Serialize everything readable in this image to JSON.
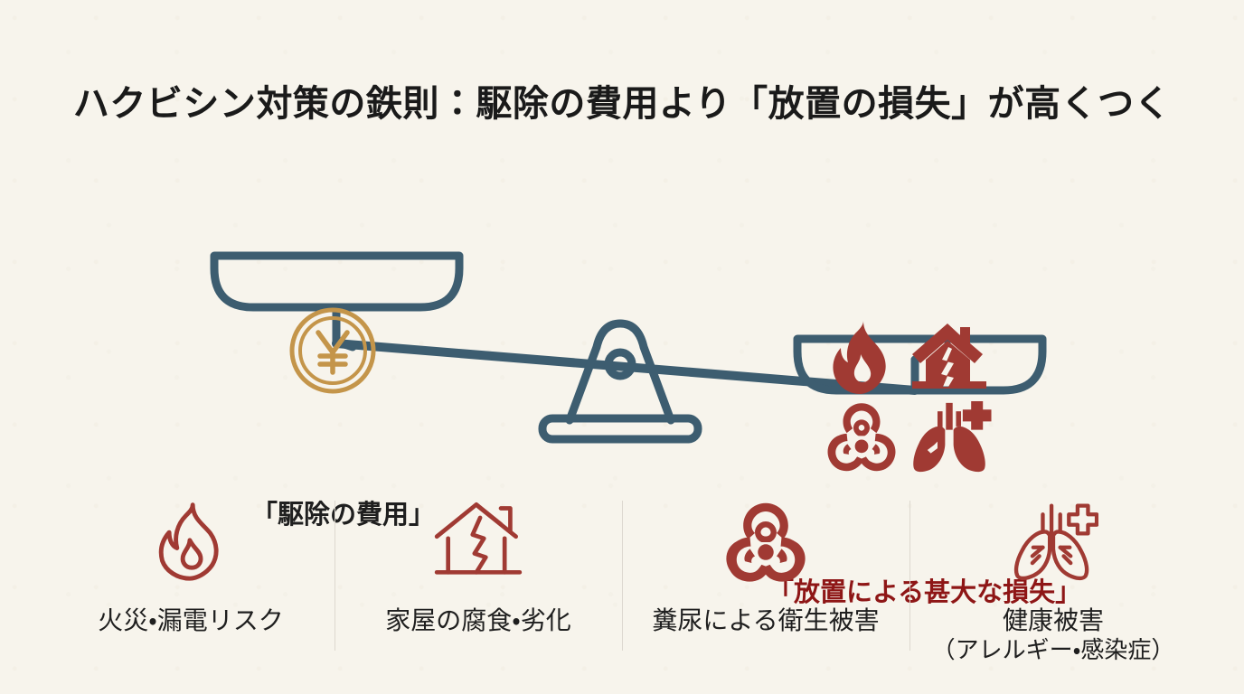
{
  "title": "ハクビシン対策の鉄則：駆除の費用より「放置の損失」が高くつく",
  "colors": {
    "background": "#f7f4ec",
    "ink": "#1f1f1f",
    "slate": "#3d5d70",
    "gold": "#c4954a",
    "crimson": "#a03a33",
    "deep_red": "#8e1616",
    "divider": "#ddd8cf"
  },
  "scale": {
    "left_pan": {
      "label": "「駆除の費用」",
      "icon": "yen-coin-icon"
    },
    "right_pan": {
      "label": "「放置による甚大な損失」",
      "icons": [
        "flame-icon",
        "cracked-house-icon",
        "biohazard-icon",
        "lungs-medical-icon"
      ]
    },
    "state": "left pan up, right pan down",
    "fulcrum": "triangle-fulcrum"
  },
  "risks": [
    {
      "icon": "flame-icon",
      "label": "火災・漏電リスク",
      "sub": ""
    },
    {
      "icon": "cracked-house-icon",
      "label": "家屋の腐食・劣化",
      "sub": ""
    },
    {
      "icon": "biohazard-icon",
      "label": "糞尿による衛生被害",
      "sub": ""
    },
    {
      "icon": "lungs-medical-icon",
      "label": "健康被害",
      "sub": "（アレルギー・感染症）"
    }
  ]
}
